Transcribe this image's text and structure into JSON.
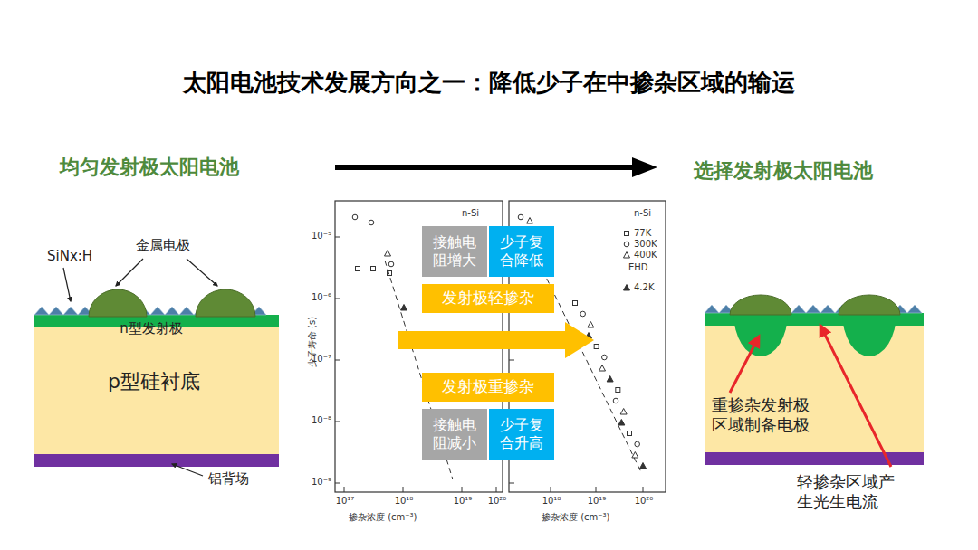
{
  "diagram": {
    "title": "太阳电池技术发展方向之一：降低少子在中掺杂区域的输运",
    "nodes": [
      {
        "text": [
          "n型发射极"
        ]
      },
      {
        "text": [
          "p型硅衬底"
        ]
      },
      {
        "text": [
          "接触电阻增大"
        ]
      },
      {
        "text": [
          "少子复合降低"
        ]
      },
      {
        "text": [
          "发射极轻掺杂"
        ]
      },
      {
        "text": [
          "发射极重掺杂"
        ]
      },
      {
        "text": [
          "接触电阻减小"
        ]
      },
      {
        "text": [
          "少子复合升高"
        ]
      }
    ],
    "labels": [
      "均匀发射极太阳电池",
      "选择发射极太阳电池",
      "SiNx:H",
      "金属电极",
      "铝背场",
      "少子寿命 (s)",
      "10⁻⁵",
      "10⁻⁶",
      "10⁻⁷",
      "10⁻⁸",
      "10⁻⁹",
      "10¹⁷",
      "10¹⁸",
      "10¹⁹",
      "10²⁰",
      "10¹⁸",
      "10¹⁹",
      "10²⁰",
      "掺杂浓度 (cm⁻³)",
      "掺杂浓度 (cm⁻³)",
      "n-Si",
      "n-Si",
      "EHD",
      "重掺杂发射极区域制备电极",
      "轻掺杂区域产生光生电流"
    ],
    "legend": [
      {
        "text": "77K"
      },
      {
        "text": "300K"
      },
      {
        "text": "400K"
      },
      {
        "text": "4.2K"
      }
    ]
  }
}
